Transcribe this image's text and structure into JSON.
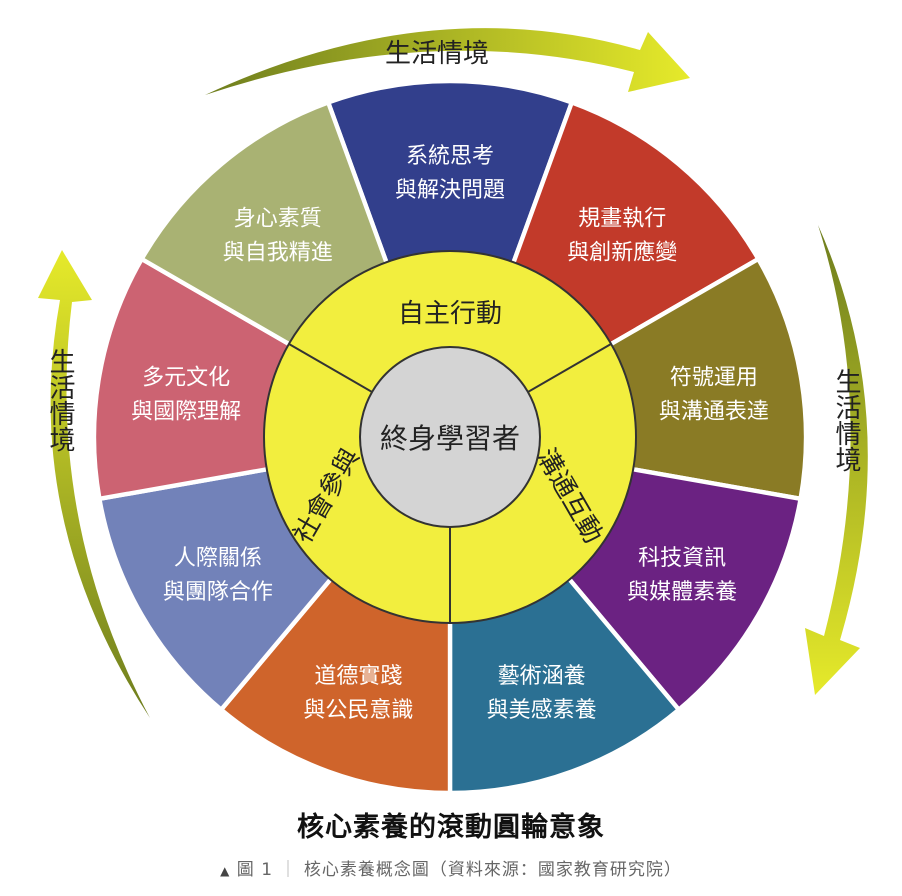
{
  "context_label": "生活情境",
  "center_label": "終身學習者",
  "ring": [
    {
      "label": "自主行動"
    },
    {
      "label": "溝通互動"
    },
    {
      "label": "社會參與"
    }
  ],
  "segments": [
    {
      "line1": "系統思考",
      "line2": "與解決問題",
      "color": "#323f8c"
    },
    {
      "line1": "規畫執行",
      "line2": "與創新應變",
      "color": "#c23a2a"
    },
    {
      "line1": "符號運用",
      "line2": "與溝通表達",
      "color": "#8a7b25"
    },
    {
      "line1": "科技資訊",
      "line2": "與媒體素養",
      "color": "#6b2282"
    },
    {
      "line1": "藝術涵養",
      "line2": "與美感素養",
      "color": "#2b7093"
    },
    {
      "line1": "道德實踐",
      "line2": "與公民意識",
      "color": "#cf642b"
    },
    {
      "line1": "人際關係",
      "line2": "與團隊合作",
      "color": "#7282b9"
    },
    {
      "line1": "多元文化",
      "line2": "與國際理解",
      "color": "#cc6372"
    },
    {
      "line1": "身心素質",
      "line2": "與自我精進",
      "color": "#a9b273"
    }
  ],
  "colors": {
    "ring": "#f2ee3e",
    "center": "#d4d4d4",
    "arrow_dark": "#6e7d1e",
    "arrow_light": "#e6ea2a"
  },
  "title": "核心素養的滾動圓輪意象",
  "caption": {
    "marker": "▲",
    "figure": "圖 1",
    "separator": "｜",
    "text": "核心素養概念圖（資料來源：國家教育研究院）"
  }
}
